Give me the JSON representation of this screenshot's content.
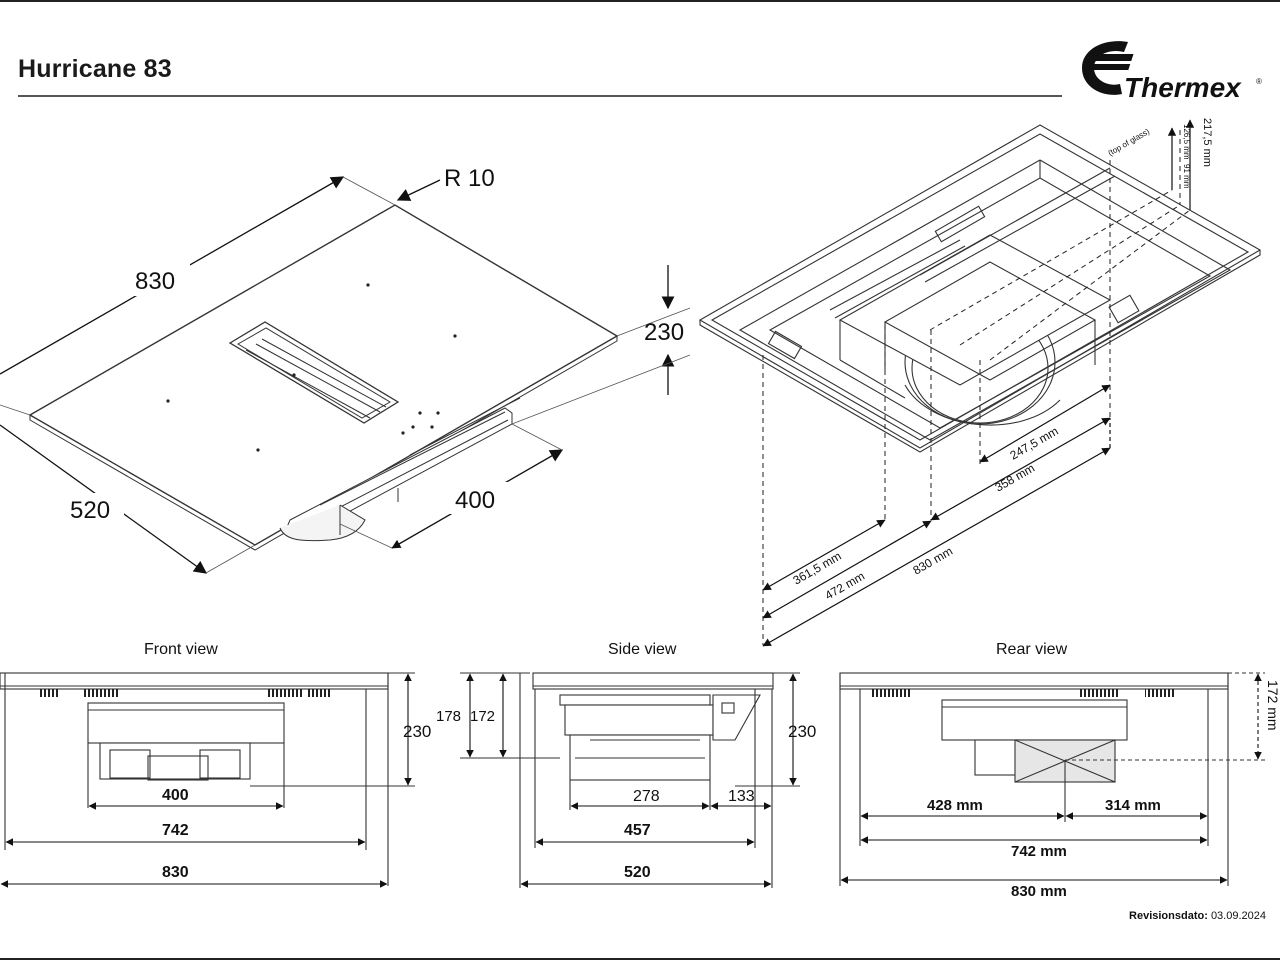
{
  "title": "Hurricane 83",
  "logo": {
    "brand": "Thermex",
    "mark": "®"
  },
  "top_left": {
    "d830": "830",
    "d520": "520",
    "d400": "400",
    "d230": "230",
    "radius": "R 10"
  },
  "top_right": {
    "d2175": "217,5 mm",
    "top_of_glass": "(top of glass)",
    "d1265": "126,5 mm",
    "d91": "91 mm",
    "d2475": "247,5 mm",
    "d358": "358 mm",
    "d3615": "361,5 mm",
    "d472": "472 mm",
    "d830": "830 mm"
  },
  "front_view": {
    "label": "Front view",
    "d230": "230",
    "d400": "400",
    "d742": "742",
    "d830": "830"
  },
  "side_view": {
    "label": "Side view",
    "d178": "178",
    "d172": "172",
    "d230": "230",
    "d278": "278",
    "d133": "133",
    "d457": "457",
    "d520": "520"
  },
  "rear_view": {
    "label": "Rear view",
    "d172": "172 mm",
    "d428": "428 mm",
    "d314": "314 mm",
    "d742": "742 mm",
    "d830": "830 mm"
  },
  "revision": {
    "label": "Revisionsdato:",
    "date": "03.09.2024"
  }
}
